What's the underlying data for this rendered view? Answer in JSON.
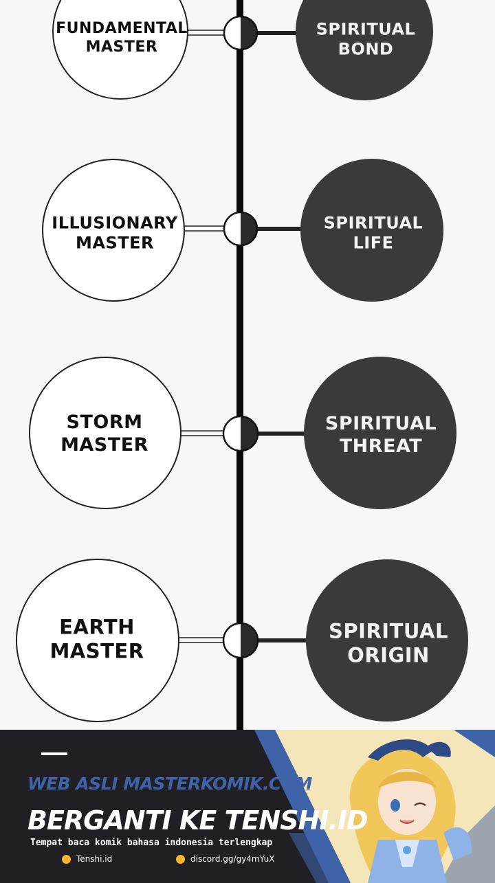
{
  "diagram": {
    "rows": [
      {
        "left": {
          "line1": "FUNDAMENTAL",
          "line2": "MASTER"
        },
        "right": {
          "line1": "SPIRITUAL",
          "line2": "BOND"
        }
      },
      {
        "left": {
          "line1": "ILLUSIONARY",
          "line2": "MASTER"
        },
        "right": {
          "line1": "SPIRITUAL",
          "line2": "LIFE"
        }
      },
      {
        "left": {
          "line1": "STORM",
          "line2": "MASTER"
        },
        "right": {
          "line1": "SPIRITUAL",
          "line2": "THREAT"
        }
      },
      {
        "left": {
          "line1": "EARTH",
          "line2": "MASTER"
        },
        "right": {
          "line1": "SPIRITUAL",
          "line2": "ORIGIN"
        }
      }
    ],
    "colors": {
      "left_node_fill": "#ffffff",
      "right_node_fill": "#3a3a3a",
      "spine": "#0a0a0a"
    }
  },
  "banner": {
    "site": "WEB ASLI MASTERKOMIK.COM",
    "headline": "BERGANTI KE TENSHI.ID",
    "tagline": "Tempat baca komik bahasa indonesia terlengkap",
    "link1": "Tenshi.id",
    "link2": "discord.gg/gy4mYuX",
    "colors": {
      "background": "#1f1f24",
      "accent_blue": "#3f63a8",
      "dot": "#f5b62c",
      "art_background": "#f4e6b9"
    }
  }
}
